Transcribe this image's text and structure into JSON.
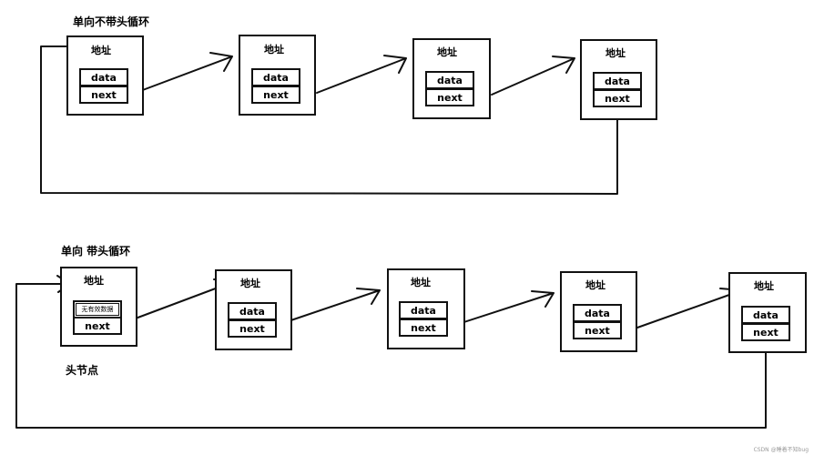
{
  "diagram1": {
    "title": "单向不带头循环",
    "nodes": [
      {
        "addr": "地址",
        "data": "data",
        "next": "next"
      },
      {
        "addr": "地址",
        "data": "data",
        "next": "next"
      },
      {
        "addr": "地址",
        "data": "data",
        "next": "next"
      },
      {
        "addr": "地址",
        "data": "data",
        "next": "next"
      }
    ]
  },
  "diagram2": {
    "title": "单向 带头循环",
    "head_label": "头节点",
    "head_node": {
      "addr": "地址",
      "data": "无有效数据",
      "next": "next"
    },
    "nodes": [
      {
        "addr": "地址",
        "data": "data",
        "next": "next"
      },
      {
        "addr": "地址",
        "data": "data",
        "next": "next"
      },
      {
        "addr": "地址",
        "data": "data",
        "next": "next"
      },
      {
        "addr": "地址",
        "data": "data",
        "next": "next"
      }
    ]
  },
  "watermark": "CSDN @睡着不知bug"
}
